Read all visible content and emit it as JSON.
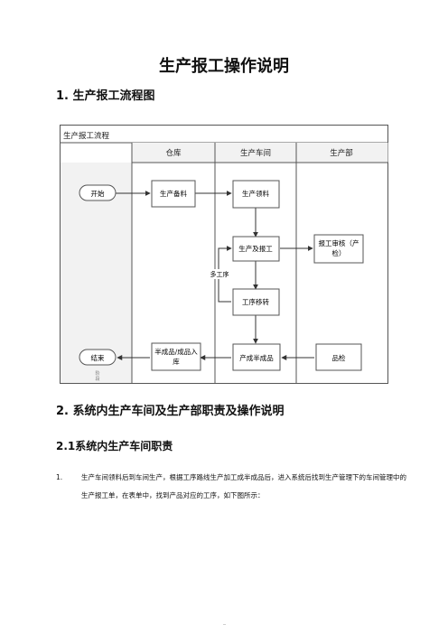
{
  "document": {
    "title": "生产报工操作说明",
    "section1": "1. 生产报工流程图",
    "section2": "2. 系统内生产车间及生产部职责及操作说明",
    "subsection21": "2.1系统内生产车间职责",
    "item1_number": "1.",
    "item1_text": "生产车间领料后到车间生产，根据工序路线生产加工成半成品后，进入系统后找到生产管理下的车间管理中的生产报工单，在表单中，找到产品对应的工序，如下图所示："
  },
  "flowchart": {
    "title": "生产报工流程",
    "lanes": [
      "仓库",
      "生产车间",
      "生产部"
    ],
    "nodes": {
      "start": "开始",
      "end": "结束",
      "prep_material": "生产备料",
      "pick_material": "生产领料",
      "produce_report": "生产及报工",
      "report_review_1": "报工审核（产",
      "report_review_2": "检）",
      "process_transfer": "工序移转",
      "multi_process": "多工序",
      "produce_semi": "产成半成品",
      "warehouse_in_1": "半成品/成品入",
      "warehouse_in_2": "库",
      "quality_check": "品检",
      "stage_1": "阶",
      "stage_2": "段"
    }
  }
}
